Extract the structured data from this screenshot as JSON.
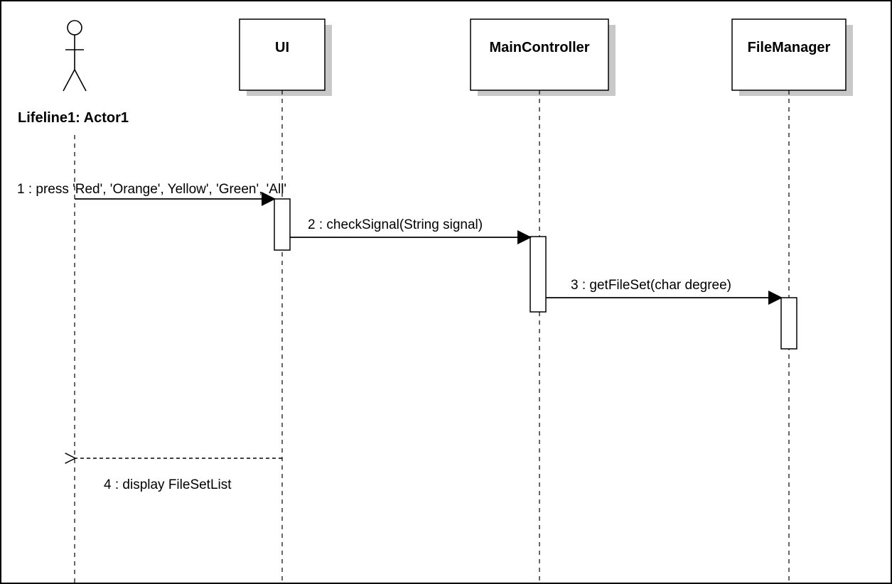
{
  "diagram": {
    "type": "sequence",
    "actor": {
      "name": "Lifeline1: Actor1",
      "icon": "stick-figure-icon"
    },
    "lifelines": [
      {
        "key": "ui",
        "name": "UI"
      },
      {
        "key": "main-controller",
        "name": "MainController"
      },
      {
        "key": "file-manager",
        "name": "FileManager"
      }
    ],
    "messages": [
      {
        "from": "actor",
        "to": "ui",
        "label": "1 : press 'Red', 'Orange', Yellow', 'Green', 'All'",
        "kind": "sync"
      },
      {
        "from": "ui",
        "to": "main-controller",
        "label": "2 : checkSignal(String signal)",
        "kind": "sync"
      },
      {
        "from": "main-controller",
        "to": "file-manager",
        "label": "3 : getFileSet(char degree)",
        "kind": "sync"
      },
      {
        "from": "ui",
        "to": "actor",
        "label": "4 : display FileSetList",
        "kind": "return"
      }
    ],
    "colors": {
      "line": "#000000",
      "box_fill": "#ffffff",
      "shadow": "#c8c8c8",
      "background": "#ffffff"
    }
  }
}
